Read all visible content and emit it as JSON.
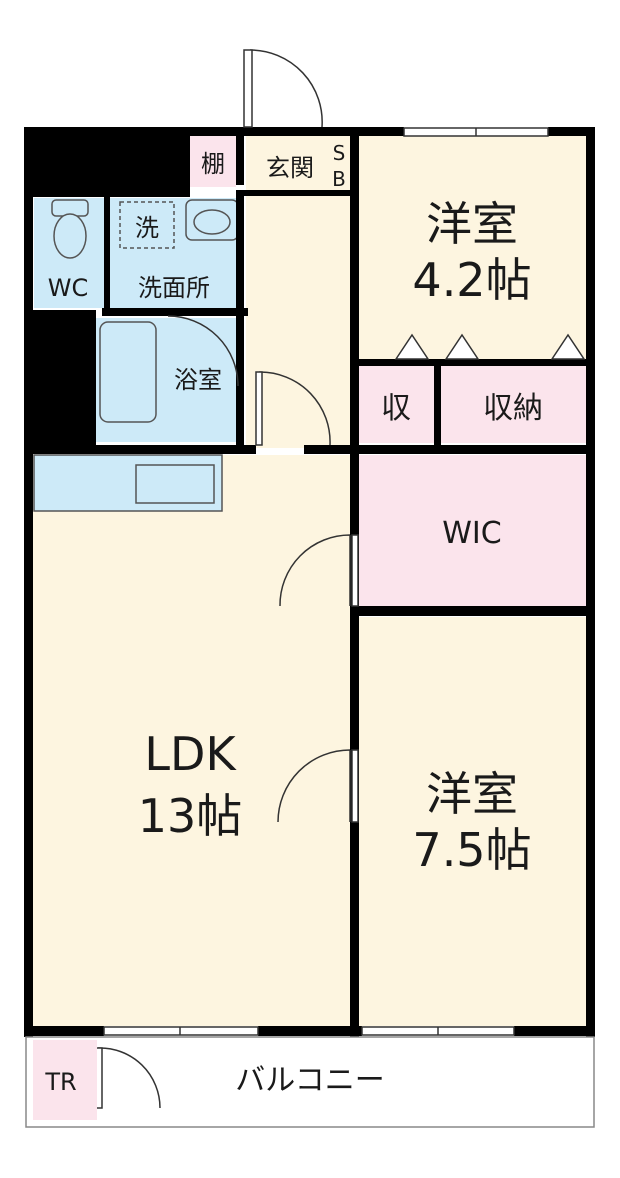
{
  "rooms": {
    "western_room_1": {
      "name": "洋室",
      "size": "4.2帖"
    },
    "western_room_2": {
      "name": "洋室",
      "size": "7.5帖"
    },
    "ldk": {
      "name": "LDK",
      "size": "13帖"
    },
    "wic": {
      "name": "WIC"
    },
    "storage_small": {
      "name": "収"
    },
    "storage": {
      "name": "収納"
    },
    "shelf": {
      "name": "棚"
    },
    "entrance": {
      "name": "玄関"
    },
    "shoe_box": {
      "line1": "S",
      "line2": "B"
    },
    "toilet": {
      "name": "WC"
    },
    "washroom": {
      "name": "洗面所"
    },
    "washer": {
      "name": "洗"
    },
    "bathroom": {
      "name": "浴室"
    },
    "trunk_room": {
      "name": "TR"
    },
    "balcony": {
      "name": "バルコニー"
    }
  },
  "colors": {
    "wall": "#000000",
    "living_floor": "#fdf5e0",
    "wet_area": "#cdeaf8",
    "storage": "#fbe4ec",
    "door_line": "#333333"
  }
}
